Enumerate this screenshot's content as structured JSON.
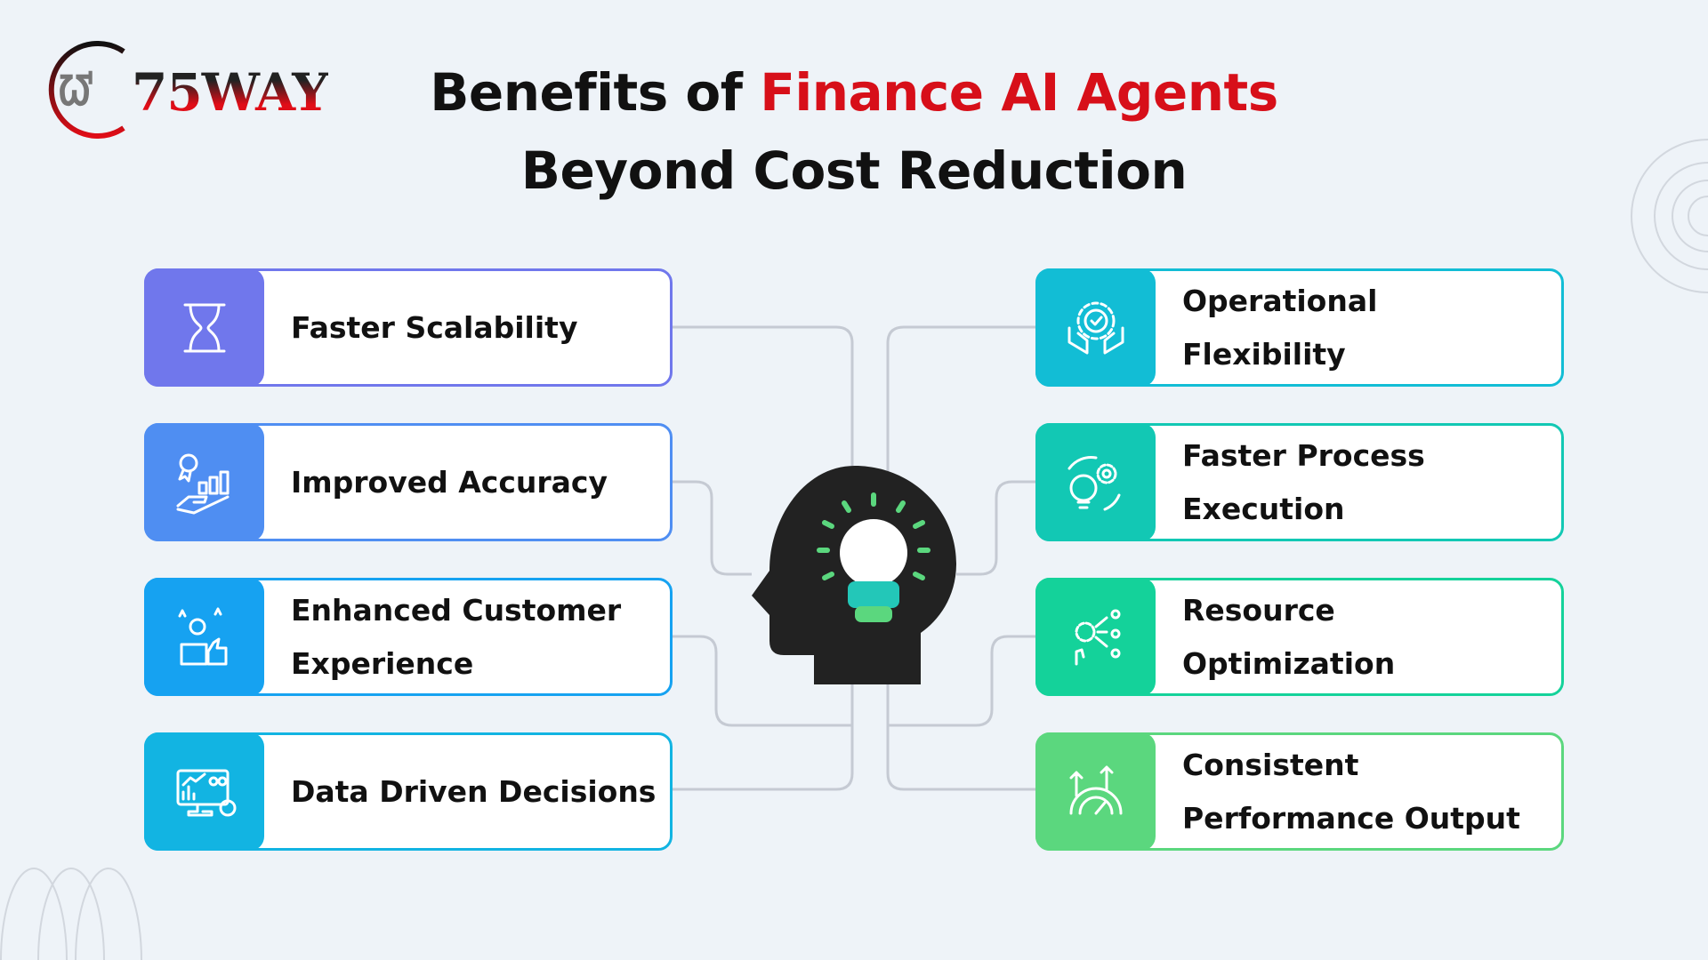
{
  "logo": {
    "text": "75WAY"
  },
  "title": {
    "line1_prefix": "Benefits of ",
    "line1_accent": "Finance AI Agents",
    "line2": "Beyond Cost Reduction"
  },
  "colors": {
    "accent": "#d70f19",
    "connector": "#c5cad3"
  },
  "left_cards": [
    {
      "label": "Faster Scalability",
      "icon": "hourglass-icon",
      "color": "#7077ec"
    },
    {
      "label": "Improved Accuracy",
      "icon": "hand-chart-award-icon",
      "color": "#4f8ef2"
    },
    {
      "label": "Enhanced Customer Experience",
      "icon": "customer-thumbs-up-icon",
      "color": "#16a2f1"
    },
    {
      "label": "Data Driven Decisions",
      "icon": "monitor-analytics-icon",
      "color": "#12b4e2"
    }
  ],
  "right_cards": [
    {
      "label": "Operational Flexibility",
      "icon": "hands-gear-icon",
      "color": "#12bdd5"
    },
    {
      "label": "Faster Process Execution",
      "icon": "gears-bulb-icon",
      "color": "#12c8b4"
    },
    {
      "label": "Resource Optimization",
      "icon": "gear-people-icon",
      "color": "#14d29a"
    },
    {
      "label": "Consistent Performance Output",
      "icon": "gauge-arrows-icon",
      "color": "#5bd77e"
    }
  ]
}
